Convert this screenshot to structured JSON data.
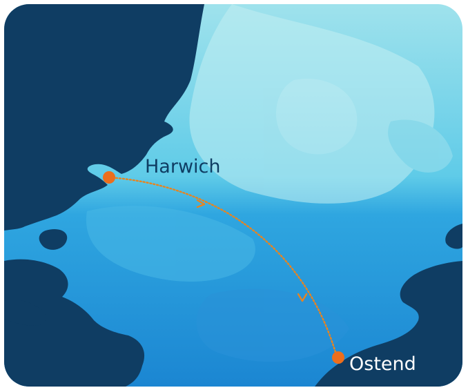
{
  "map": {
    "colors": {
      "land": "#0f3d63",
      "sea_light": "#8fdbe8",
      "sea_mid": "#3fc0e6",
      "sea_deep": "#1f8fd8",
      "route": "#e8841f",
      "marker": "#ec6e1c",
      "label": "#0f3d63"
    },
    "route": {
      "style": "dotted",
      "direction_marks": [
        "arrowhead",
        "arrowhead"
      ]
    },
    "places": [
      {
        "name": "Harwich",
        "marker": "circle-marker"
      },
      {
        "name": "Ostend",
        "marker": "circle-marker"
      }
    ]
  }
}
